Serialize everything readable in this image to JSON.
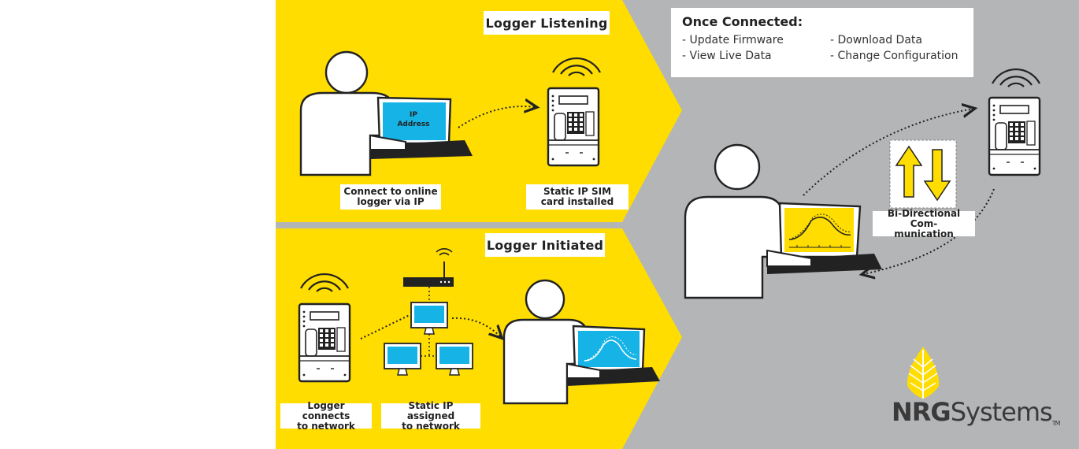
{
  "sections": {
    "listening": {
      "title": "Logger Listening",
      "caption_person": "Connect to online logger via IP",
      "caption_person_l1": "Connect to online",
      "caption_person_l2": "logger via IP",
      "caption_logger_l1": "Static IP SIM",
      "caption_logger_l2": "card installed",
      "laptop_screen_l1": "IP",
      "laptop_screen_l2": "Address"
    },
    "initiated": {
      "title": "Logger Initiated",
      "caption_logger_l1": "Logger connects",
      "caption_logger_l2": "to network",
      "caption_network_l1": "Static IP assigned",
      "caption_network_l2": "to network"
    }
  },
  "connected": {
    "title": "Once Connected:",
    "items": [
      "- Update Firmware",
      "- Download Data",
      "- View Live Data",
      "- Change Configuration"
    ],
    "comm_l1": "Bi-Directional Com-",
    "comm_l2": "munication"
  },
  "brand": {
    "bold": "NRG",
    "light": "Systems",
    "tm": "TM"
  },
  "colors": {
    "yellow": "#FFDD00",
    "gray": "#B3B5B7",
    "screen_blue": "#16B4E6",
    "ink": "#222222"
  }
}
